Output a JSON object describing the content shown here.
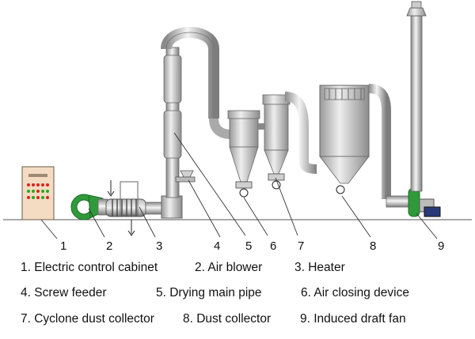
{
  "diagram": {
    "callouts": [
      "1",
      "2",
      "3",
      "4",
      "5",
      "6",
      "7",
      "8",
      "9"
    ],
    "legend": [
      [
        "1. Electric control cabinet",
        "2. Air blower",
        "3. Heater"
      ],
      [
        "4. Screw feeder",
        "5. Drying main pipe",
        "6. Air closing device"
      ],
      [
        "7. Cyclone dust collector",
        "8. Dust collector",
        "9. Induced draft fan"
      ]
    ]
  },
  "colors": {
    "metal_light": "#e6e6e6",
    "metal_dark": "#8a8a8a",
    "cabinet": "#f3dcc2",
    "blower_green": "#2f9a3a",
    "outline": "#555555"
  }
}
